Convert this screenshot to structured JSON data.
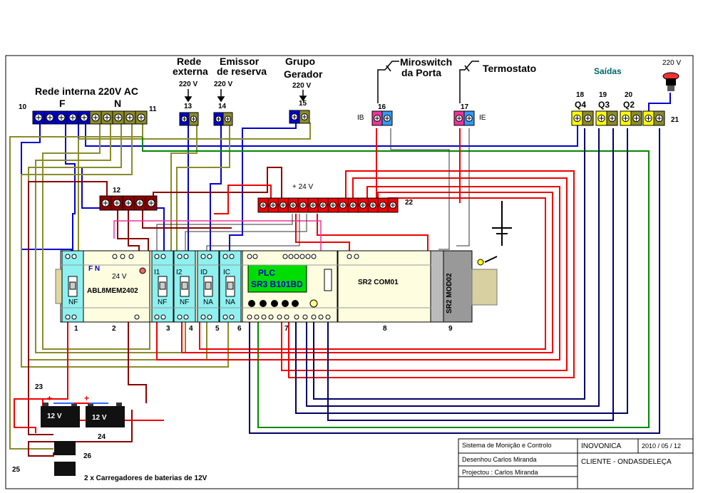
{
  "labels": {
    "rede_interna": "Rede interna 220V AC",
    "F": "F",
    "N": "N",
    "rede_externa_1": "Rede",
    "rede_externa_2": "externa",
    "emissor_1": "Emissor",
    "emissor_2": "de reserva",
    "grupo_1": "Grupo",
    "grupo_2": "Gerador",
    "miroswitch_1": "Miroswitch",
    "miroswitch_2": "da Porta",
    "termostato": "Termostato",
    "saidas": "Saídas",
    "v220": "220 V",
    "plus24": "+ 24 V",
    "IB": "IB",
    "IE": "IE",
    "Q4": "Q4",
    "Q3": "Q3",
    "Q2": "Q2",
    "carregadores": "2 x Carregadores de baterias de 12V",
    "bat": "12 V"
  },
  "numbers": {
    "n10": "10",
    "n11": "11",
    "n12": "12",
    "n13": "13",
    "n14": "14",
    "n15": "15",
    "n16": "16",
    "n17": "17",
    "n18": "18",
    "n19": "19",
    "n20": "20",
    "n21": "21",
    "n22": "22",
    "n23": "23",
    "n24": "24",
    "n25": "25",
    "n26": "26",
    "m1": "1",
    "m2": "2",
    "m3": "3",
    "m4": "4",
    "m5": "5",
    "m6": "6",
    "m7": "7",
    "m8": "8",
    "m9": "9"
  },
  "modules": {
    "psu_fn": "F  N",
    "psu_v": "24 V",
    "psu_name": "ABL8MEM2402",
    "i1": "I1",
    "i2": "I2",
    "id": "ID",
    "ic": "IC",
    "nf": "NF",
    "na": "NA",
    "plc1": "PLC",
    "plc2": "SR3 B101BD",
    "com": "SR2 COM01",
    "mod": "SR2 MOD02"
  },
  "title_block": {
    "system": "Sistema de Monição e Controlo",
    "company": "INOVONICA",
    "date": "2010 / 05 / 12",
    "drawn": "Desenhou   Carlos Miranda",
    "client": "CLIENTE - ONDASDELEÇA",
    "project": "Projectou : Carlos Miranda"
  },
  "colors": {
    "blue": "#0000cc",
    "olive": "#8b8b2a",
    "red": "#ee0000",
    "darkred": "#8b0000",
    "magenta": "#ee3399",
    "cyan": "#8ff0f0",
    "yellow": "#ffff00",
    "green": "#008800",
    "cream": "#fffde0"
  }
}
